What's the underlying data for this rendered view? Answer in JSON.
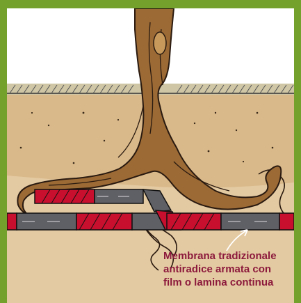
{
  "colors": {
    "border": "#74a02c",
    "sky": "#ffffff",
    "soil": "#d9b98a",
    "soil_light": "#ecd8b7",
    "grass_band": "#cfc6a6",
    "tree": "#9b6a35",
    "membrane_red": "#c8102e",
    "membrane_gray": "#5f5f66",
    "caption": "#8c1a3c"
  },
  "caption": {
    "lines": [
      "Membrana tradizionale",
      "antiradice armata con",
      "film o lamina continua"
    ]
  }
}
